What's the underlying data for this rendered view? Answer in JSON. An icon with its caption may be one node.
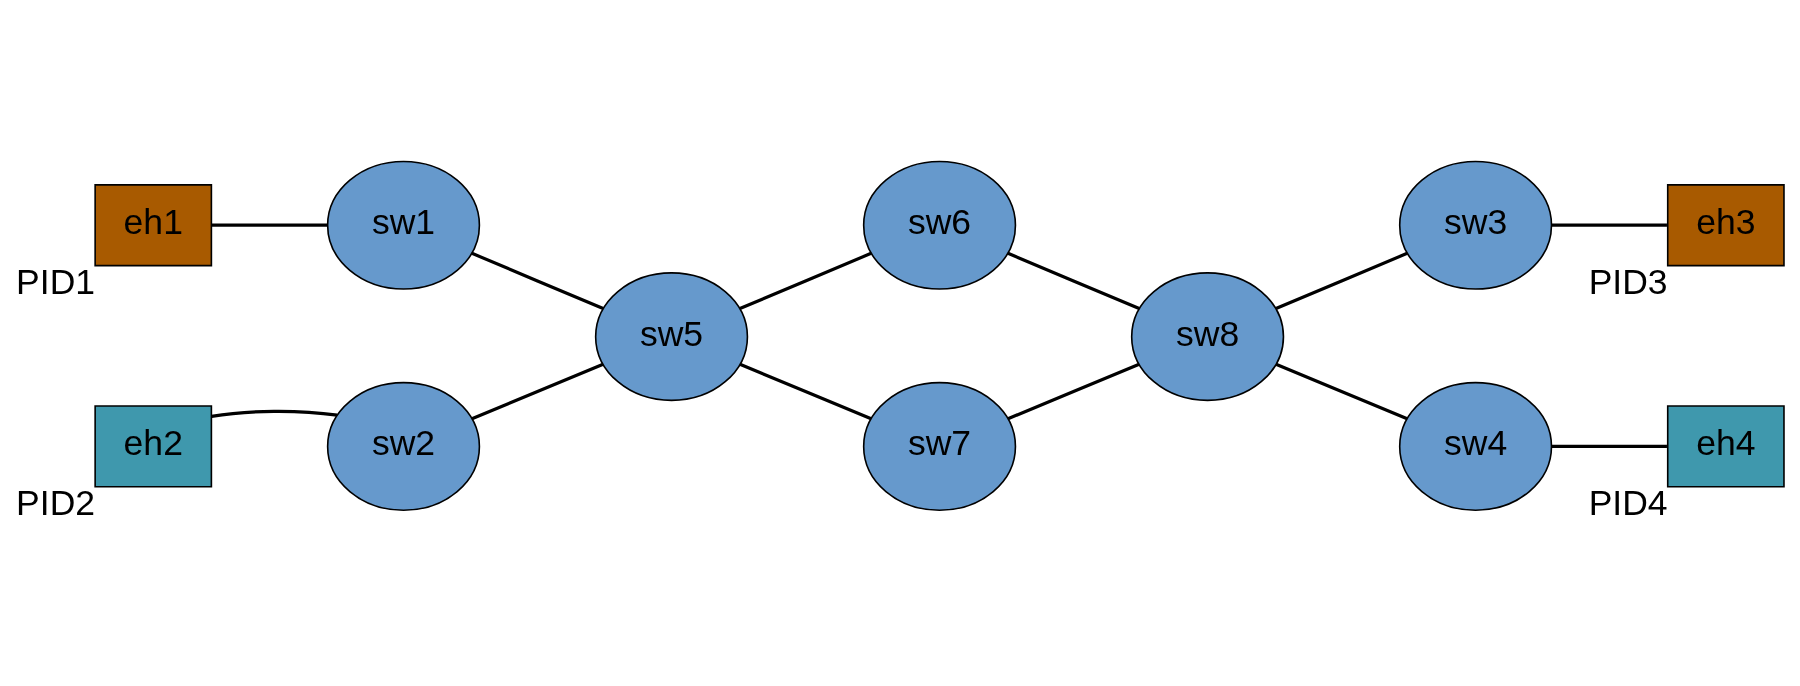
{
  "diagram": {
    "nodes": [
      {
        "text": [
          "eh1"
        ],
        "beside": [
          "PID1"
        ]
      },
      {
        "text": [
          "sw1"
        ]
      },
      {
        "text": [
          "sw3"
        ]
      },
      {
        "text": [
          "eh3"
        ],
        "beside": [
          "PID3"
        ]
      },
      {
        "text": [
          "sw6"
        ]
      },
      {
        "text": [
          "sw5"
        ]
      },
      {
        "text": [
          "sw8"
        ]
      },
      {
        "text": [
          "sw7"
        ]
      },
      {
        "text": [
          "eh2"
        ],
        "beside": [
          "PID2"
        ]
      },
      {
        "text": [
          "sw2"
        ]
      },
      {
        "text": [
          "sw4"
        ]
      },
      {
        "text": [
          "eh4"
        ],
        "beside": [
          "PID4"
        ]
      }
    ],
    "edges": [
      {
        "from": 0,
        "to": 1,
        "arrow": "none"
      },
      {
        "from": 1,
        "to": 5,
        "arrow": "none"
      },
      {
        "from": 5,
        "to": 4,
        "arrow": "none"
      },
      {
        "from": 4,
        "to": 6,
        "arrow": "none"
      },
      {
        "from": 6,
        "to": 2,
        "arrow": "none"
      },
      {
        "from": 2,
        "to": 3,
        "arrow": "none"
      },
      {
        "from": 5,
        "to": 7,
        "arrow": "none"
      },
      {
        "from": 7,
        "to": 6,
        "arrow": "none"
      },
      {
        "from": 5,
        "to": 9,
        "arrow": "none"
      },
      {
        "from": 9,
        "to": 8,
        "arrow": "none"
      },
      {
        "from": 6,
        "to": 10,
        "arrow": "none"
      },
      {
        "from": 10,
        "to": 11,
        "arrow": "none"
      }
    ]
  }
}
